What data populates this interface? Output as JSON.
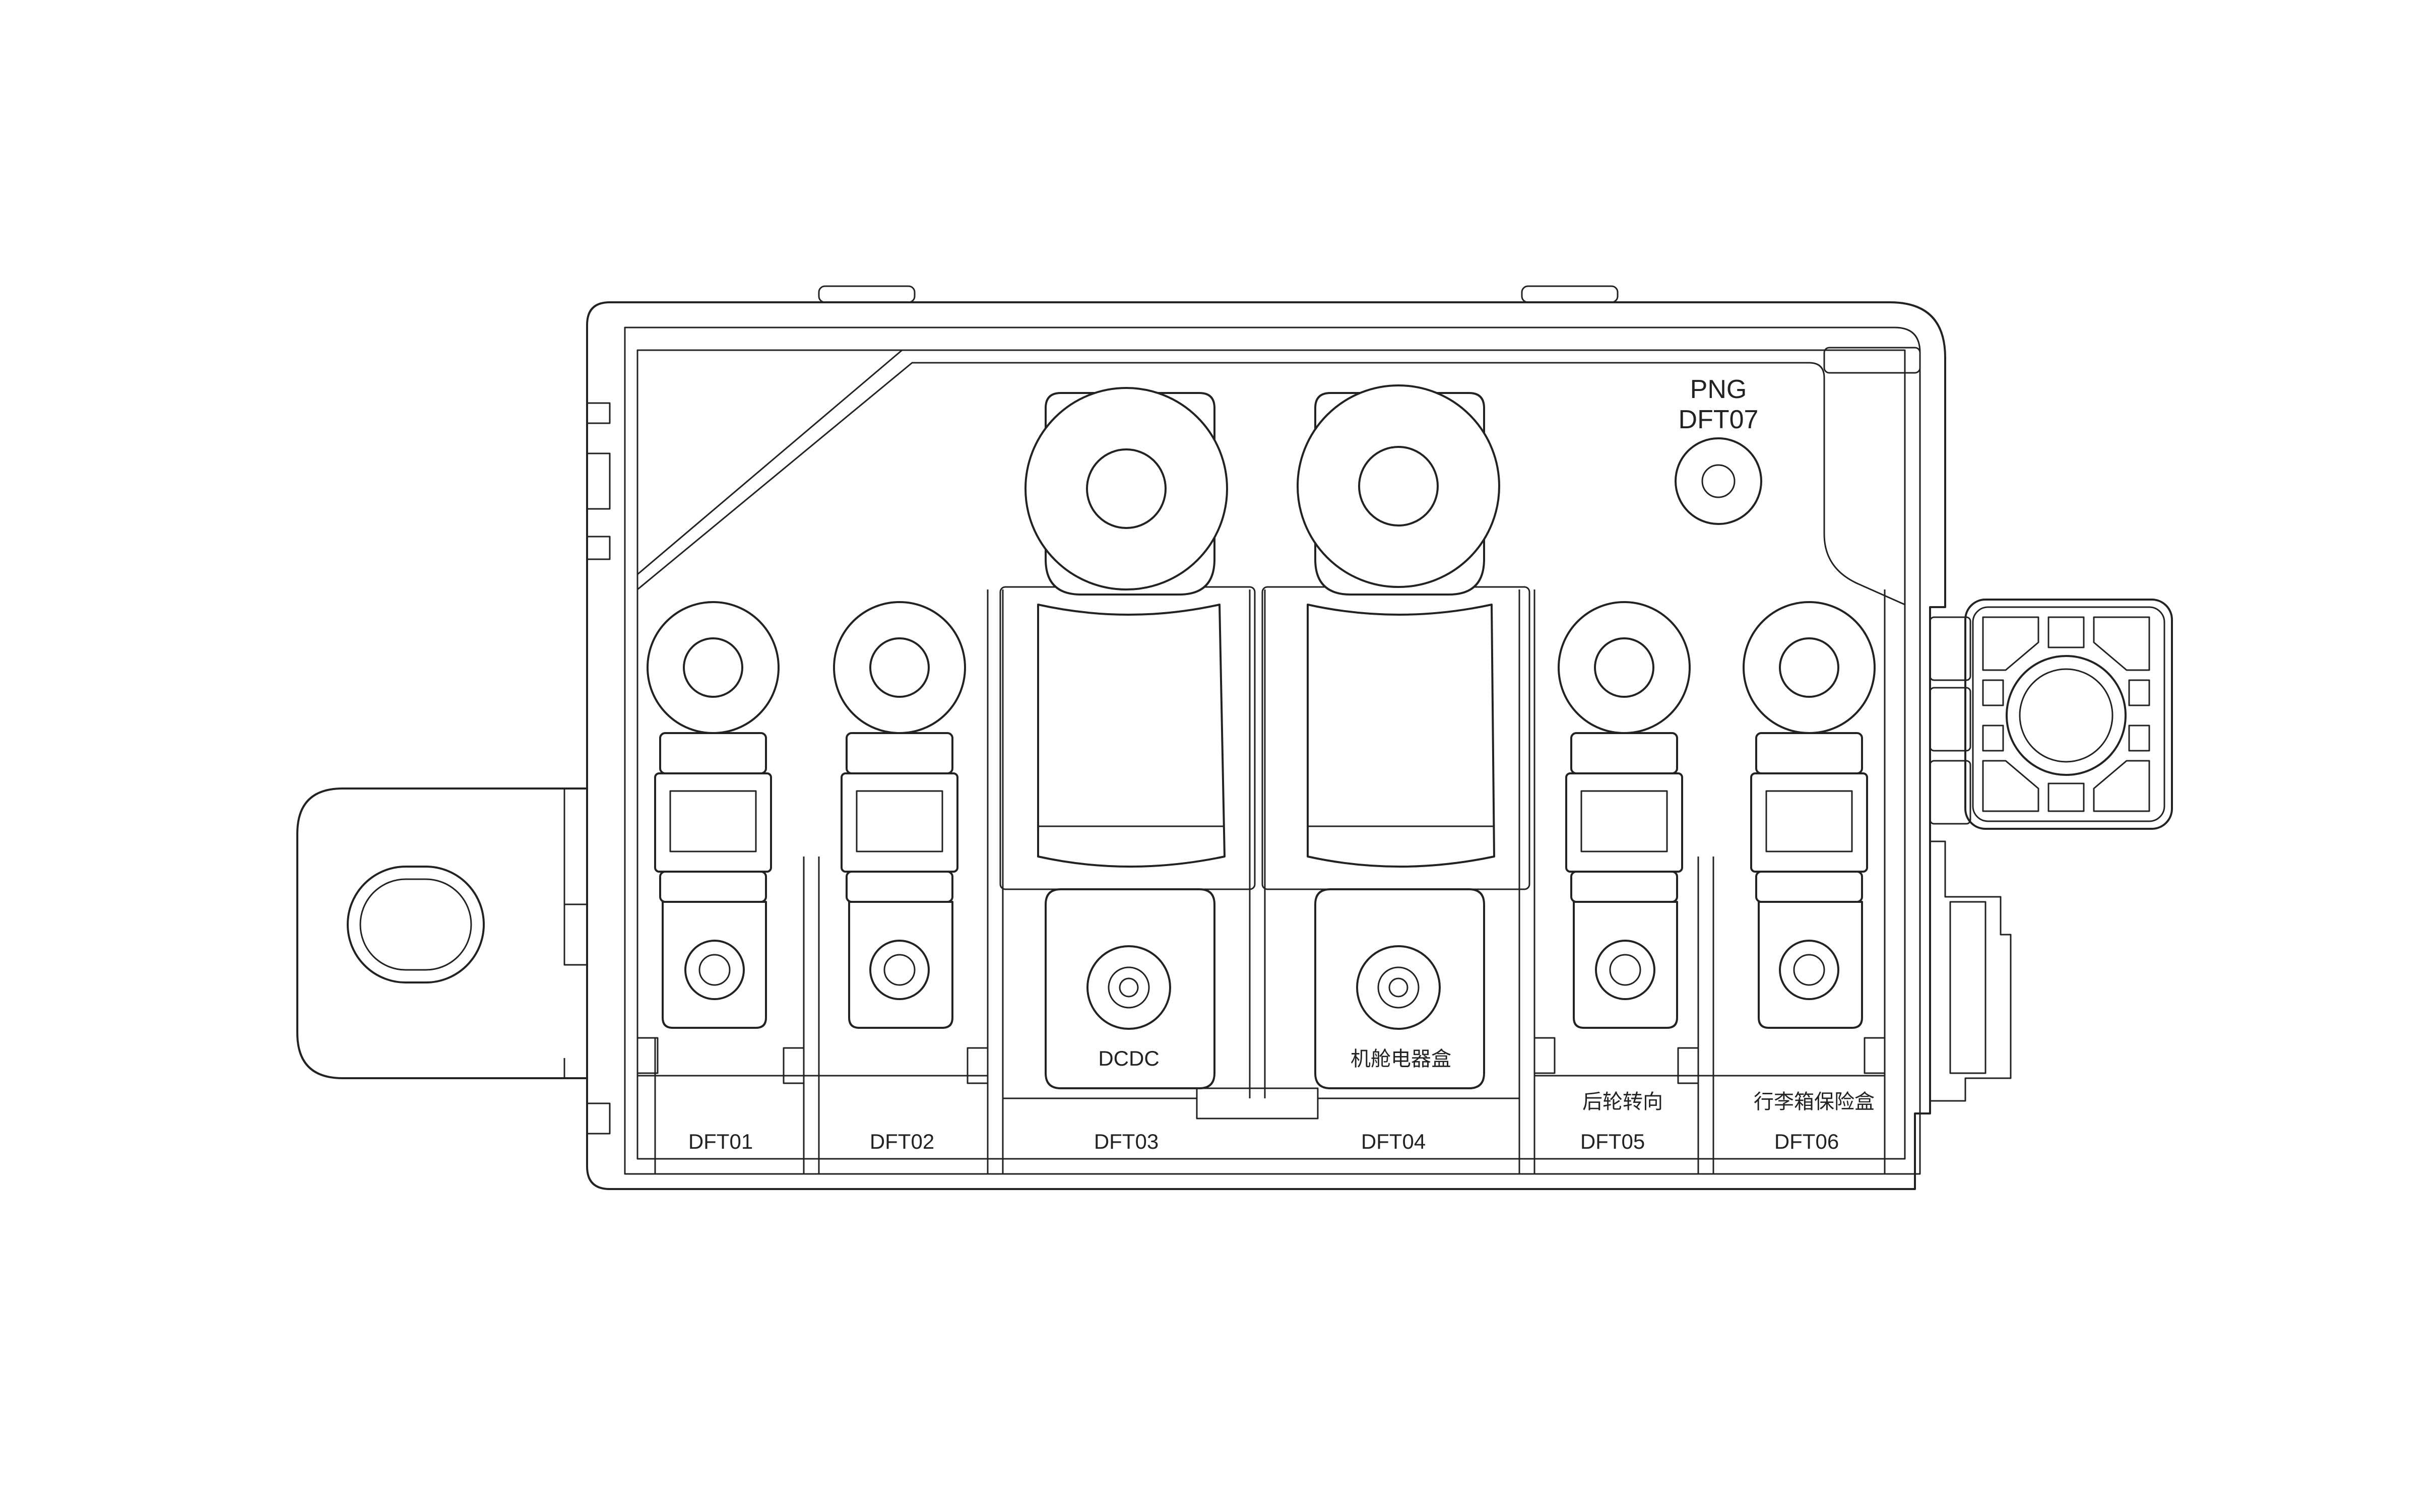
{
  "labels": {
    "png": "PNG",
    "dft07": "DFT07",
    "dcdc": "DCDC",
    "cabin_box": "机舱电器盒",
    "rear_wheel_steer": "后轮转向",
    "trunk_fuse_box": "行李箱保险盒"
  },
  "fuses": [
    {
      "id": "DFT01"
    },
    {
      "id": "DFT02"
    },
    {
      "id": "DFT03"
    },
    {
      "id": "DFT04"
    },
    {
      "id": "DFT05"
    },
    {
      "id": "DFT06"
    }
  ],
  "colors": {
    "line": "#222222",
    "background": "#ffffff"
  }
}
